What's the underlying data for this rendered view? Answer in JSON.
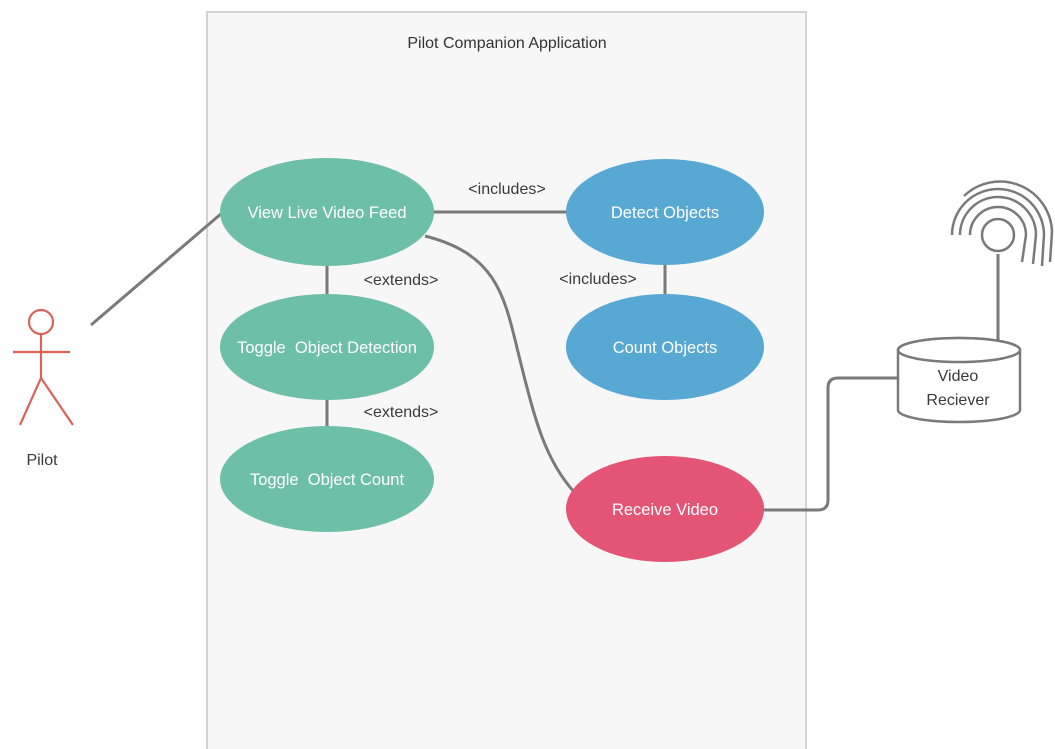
{
  "system": {
    "title": "Pilot Companion Application"
  },
  "actor": {
    "label": "Pilot"
  },
  "use_cases": {
    "view_live_video_feed": "View Live Video Feed",
    "detect_objects": "Detect Objects",
    "count_objects": "Count Objects",
    "toggle_object_detection": "Toggle  Object Detection",
    "toggle_object_count": "Toggle  Object Count",
    "receive_video": "Receive Video"
  },
  "relations": {
    "view_includes_detect": "<includes>",
    "detect_includes_count": "<includes>",
    "view_extends_toggle_detection": "<extends>",
    "toggle_detection_extends_toggle_count": "<extends>"
  },
  "device": {
    "label_line1": "Video",
    "label_line2": "Reciever",
    "icon": "antenna-icon"
  },
  "colors": {
    "green": "#6dbfa8",
    "blue": "#58a8d4",
    "red": "#e45575",
    "actor": "#d8645a",
    "connector": "#7a7a7a"
  }
}
